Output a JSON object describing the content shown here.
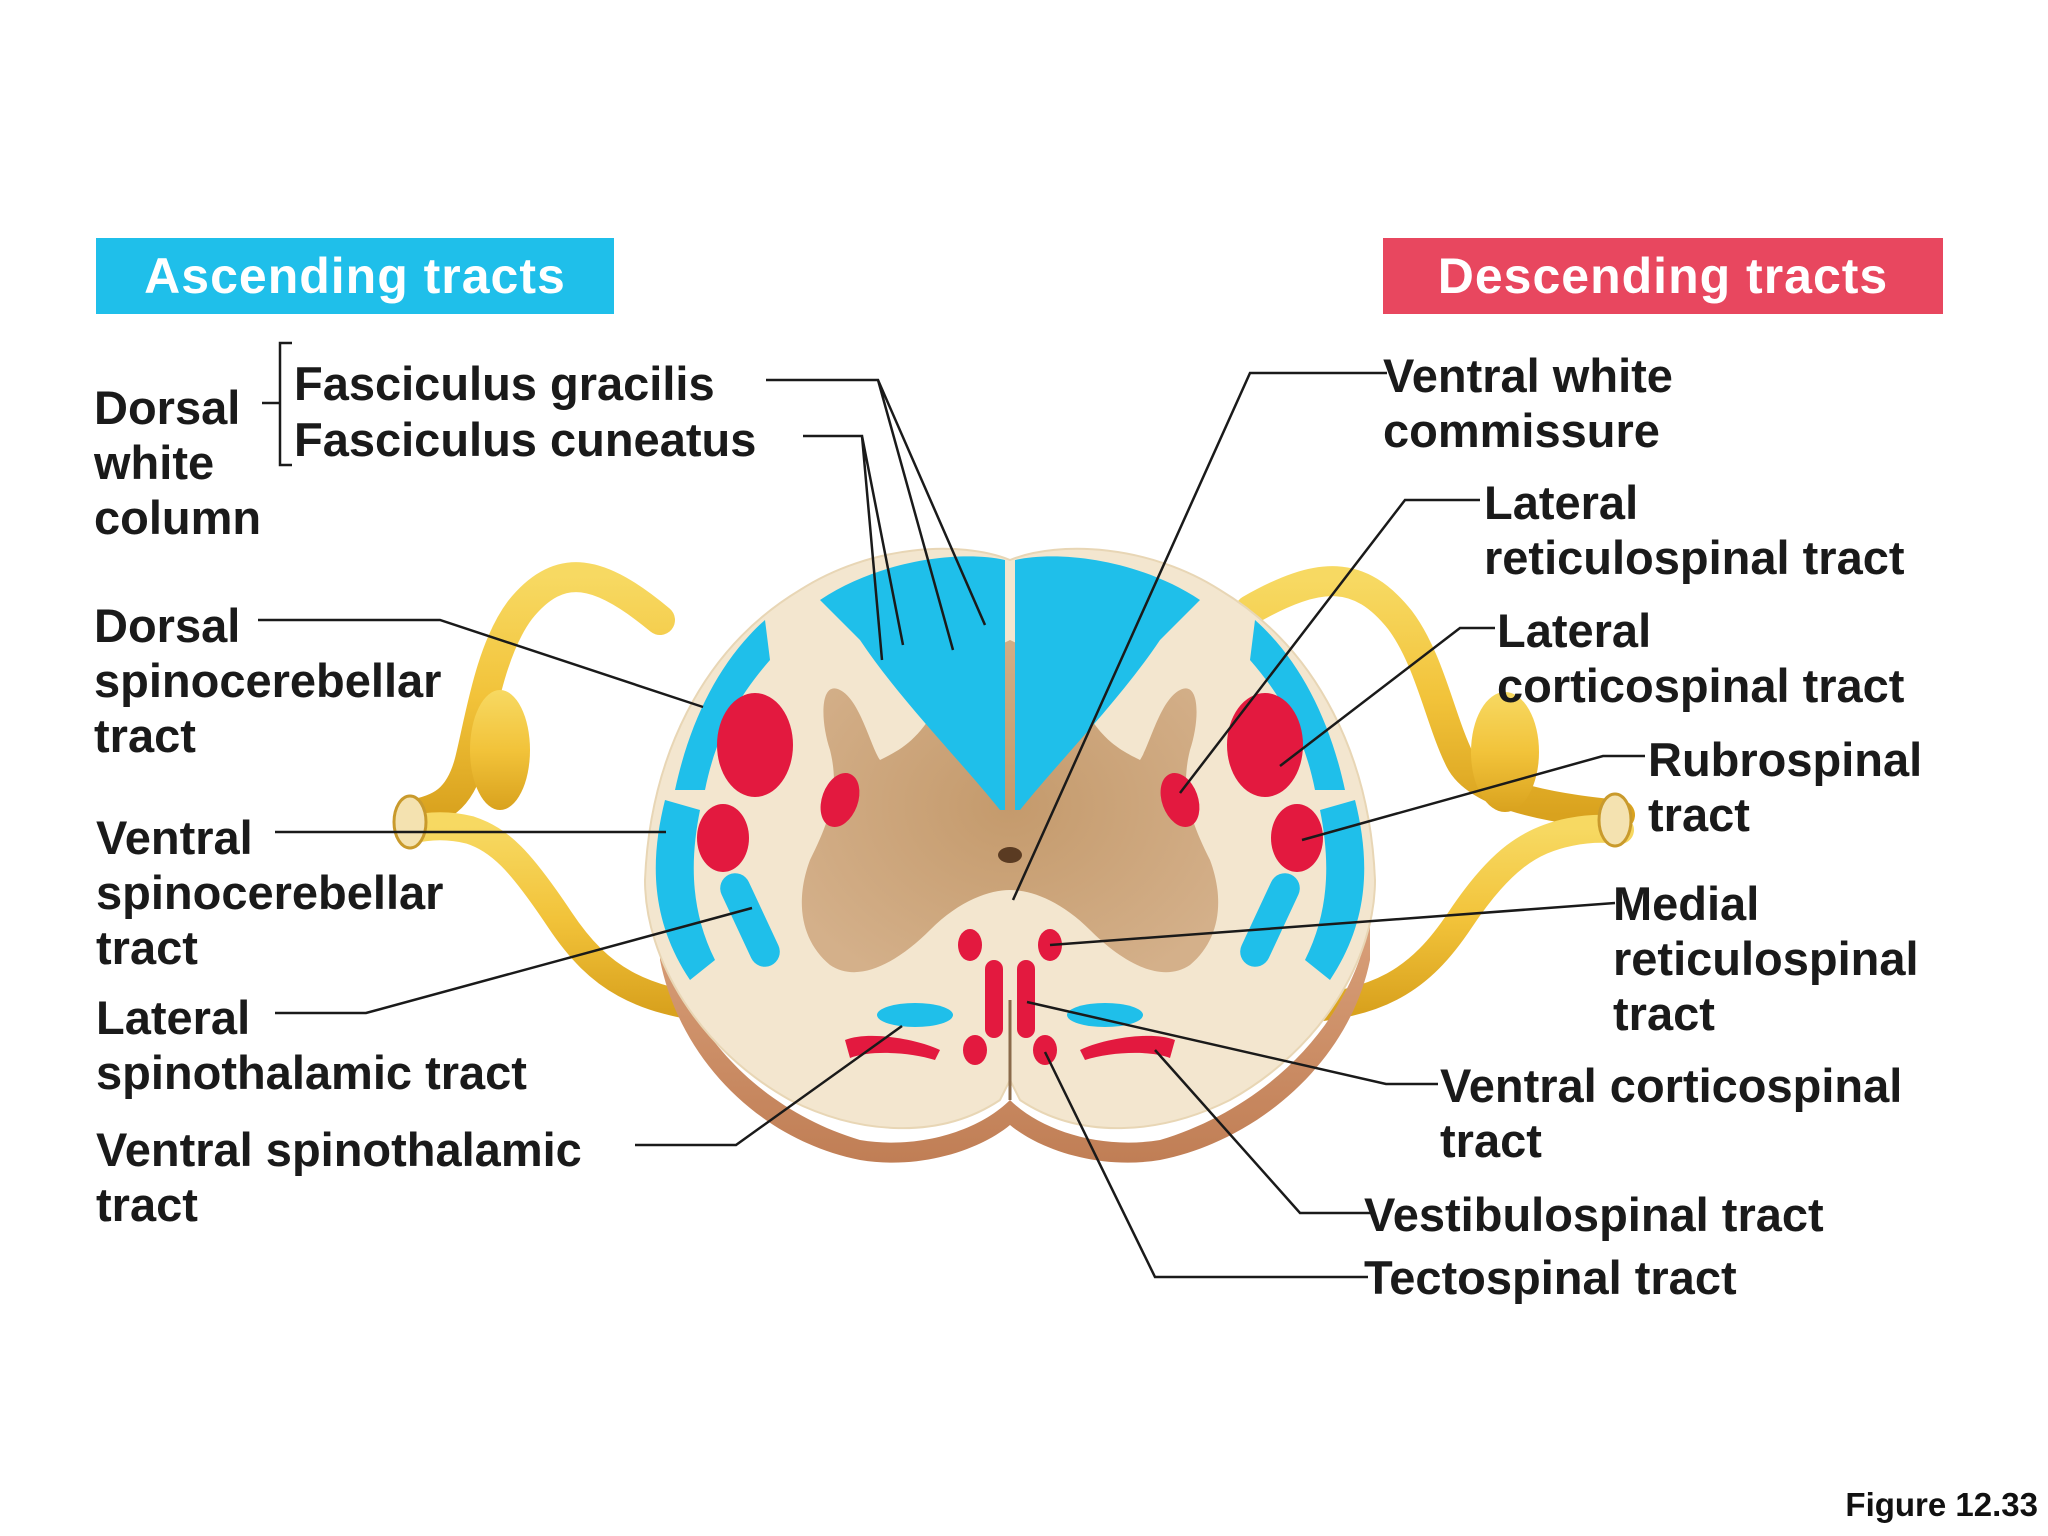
{
  "headers": {
    "ascending": "Ascending tracts",
    "descending": "Descending tracts"
  },
  "labels": {
    "dorsal_white_column": "Dorsal\nwhite\ncolumn",
    "fasciculus_gracilis": "Fasciculus gracilis",
    "fasciculus_cuneatus": "Fasciculus cuneatus",
    "dorsal_spinocerebellar": "Dorsal\nspinocerebellar\ntract",
    "ventral_spinocerebellar": "Ventral\nspinocerebellar\ntract",
    "lateral_spinothalamic": "Lateral\nspinothalamic tract",
    "ventral_spinothalamic": "Ventral spinothalamic\ntract",
    "ventral_white_commissure": "Ventral white\ncommissure",
    "lateral_reticulospinal": "Lateral\nreticulospinal tract",
    "lateral_corticospinal": "Lateral\ncorticospinal tract",
    "rubrospinal": "Rubrospinal\ntract",
    "medial_reticulospinal": "Medial\nreticulospinal\ntract",
    "ventral_corticospinal": "Ventral corticospinal\ntract",
    "vestibulospinal": "Vestibulospinal tract",
    "tectospinal": "Tectospinal tract"
  },
  "figure_number": "Figure 12.33",
  "colors": {
    "ascending": "#1fbfea",
    "descending": "#e3193f",
    "gray_matter": "#c9a57d",
    "white_matter": "#f3e6cf",
    "nerve": "#f2c43c"
  }
}
